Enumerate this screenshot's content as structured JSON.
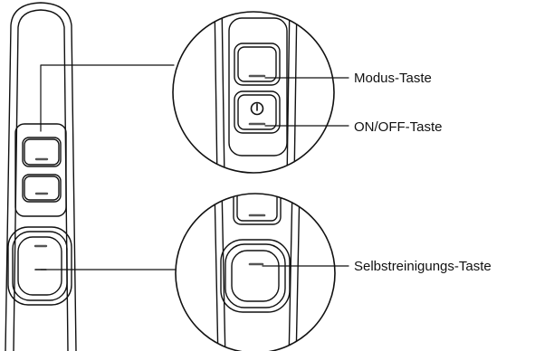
{
  "labels": {
    "mode_button": "Modus-Taste",
    "power_button": "ON/OFF-Taste",
    "self_cleaning_button": "Selbstreinigungs-Taste"
  },
  "colors": {
    "line": "#111111",
    "shadow": "#cfcfcf",
    "background": "#ffffff"
  },
  "icons": {
    "power_symbol": "power-icon"
  }
}
